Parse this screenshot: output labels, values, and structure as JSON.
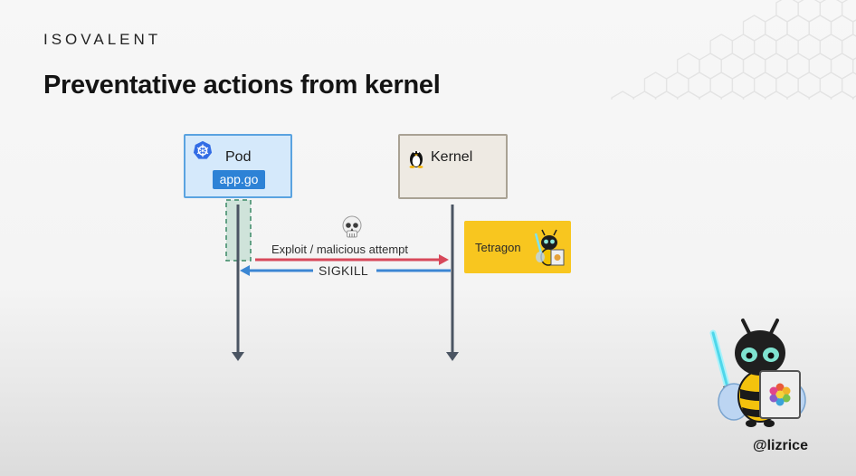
{
  "brand": "ISOVALENT",
  "title": "Preventative actions from kernel",
  "diagram": {
    "pod": {
      "label": "Pod",
      "badge": "app.go",
      "icon": "kubernetes-icon"
    },
    "kernel": {
      "label": "Kernel",
      "icon": "linux-tux-icon"
    },
    "tetragon": {
      "label": "Tetragon",
      "icon": "tetragon-bee-icon"
    },
    "messages": [
      {
        "label": "Exploit / malicious attempt",
        "direction": "pod-to-kernel",
        "color": "#d7485a"
      },
      {
        "label": "SIGKILL",
        "direction": "kernel-to-pod",
        "color": "#3b86d3"
      }
    ],
    "skull_icon": "skull-icon"
  },
  "speaker": {
    "handle": "@lizrice",
    "mascot": "bee-mascot-icon"
  },
  "colors": {
    "pod_fill": "#d5e9fb",
    "pod_border": "#5aa3e0",
    "kernel_fill": "#eeeae3",
    "tetragon_fill": "#f8c61f",
    "badge": "#2d82d6",
    "lifeline": "#4b5563"
  }
}
